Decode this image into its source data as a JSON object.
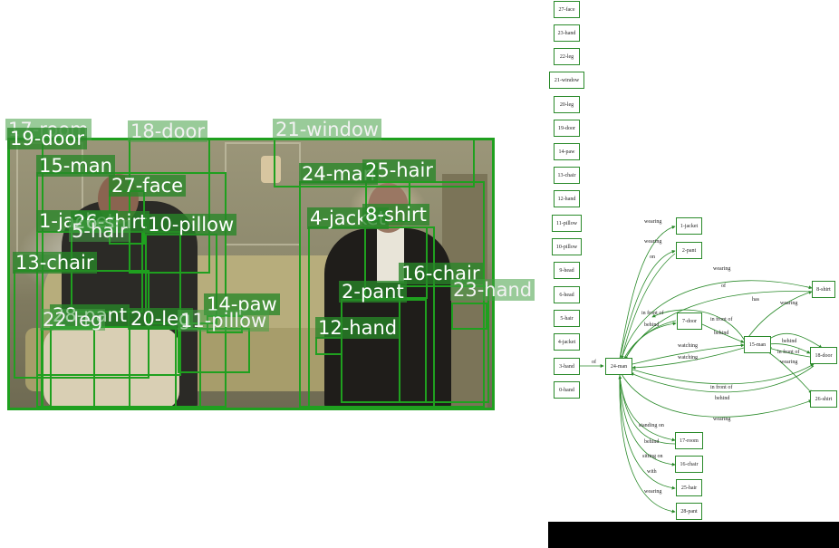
{
  "image_labels": [
    {
      "id": "l17",
      "text": "17-room"
    },
    {
      "id": "l19",
      "text": "19-door"
    },
    {
      "id": "l18",
      "text": "18-door"
    },
    {
      "id": "l21",
      "text": "21-window"
    },
    {
      "id": "l24",
      "text": "24-man"
    },
    {
      "id": "l25",
      "text": "25-hair"
    },
    {
      "id": "l15",
      "text": "15-man"
    },
    {
      "id": "l27",
      "text": "27-face"
    },
    {
      "id": "l1",
      "text": "1-jacket"
    },
    {
      "id": "l26",
      "text": "26-shirt"
    },
    {
      "id": "l10",
      "text": "10-pillow"
    },
    {
      "id": "l5",
      "text": "5-hair"
    },
    {
      "id": "l4",
      "text": "4-jacket"
    },
    {
      "id": "l8",
      "text": "8-shirt"
    },
    {
      "id": "l13",
      "text": "13-chair"
    },
    {
      "id": "l16",
      "text": "16-chair"
    },
    {
      "id": "l23",
      "text": "23-hand"
    },
    {
      "id": "l14",
      "text": "14-paw"
    },
    {
      "id": "l2",
      "text": "2-pant"
    },
    {
      "id": "l28",
      "text": "28-pant"
    },
    {
      "id": "l22",
      "text": "22-leg"
    },
    {
      "id": "l20",
      "text": "20-leg"
    },
    {
      "id": "l11",
      "text": "11-pillow"
    },
    {
      "id": "l12",
      "text": "12-hand"
    }
  ],
  "graph": {
    "isolated_nodes": [
      "27-face",
      "23-hand",
      "22-leg",
      "21-window",
      "20-leg",
      "19-door",
      "14-paw",
      "13-chair",
      "12-hand",
      "11-pillow",
      "10-pillow",
      "9-head",
      "6-head",
      "5-hair",
      "4-jacket",
      "3-hand",
      "0-hand"
    ],
    "nodes": [
      "1-jacket",
      "2-pant",
      "8-shirt",
      "7-door",
      "15-man",
      "18-door",
      "24-man",
      "26-shirt",
      "17-room",
      "16-chair",
      "25-hair",
      "28-pant"
    ],
    "edge_labels": [
      "wearing",
      "wearing",
      "on",
      "wearing",
      "of",
      "has",
      "wearing",
      "in front of",
      "behind",
      "in front of",
      "behind",
      "behind",
      "watching",
      "watching",
      "in front of",
      "wearing",
      "of",
      "in front of",
      "behind",
      "wearing",
      "standing on",
      "behind",
      "sitting on",
      "with",
      "wearing"
    ]
  }
}
